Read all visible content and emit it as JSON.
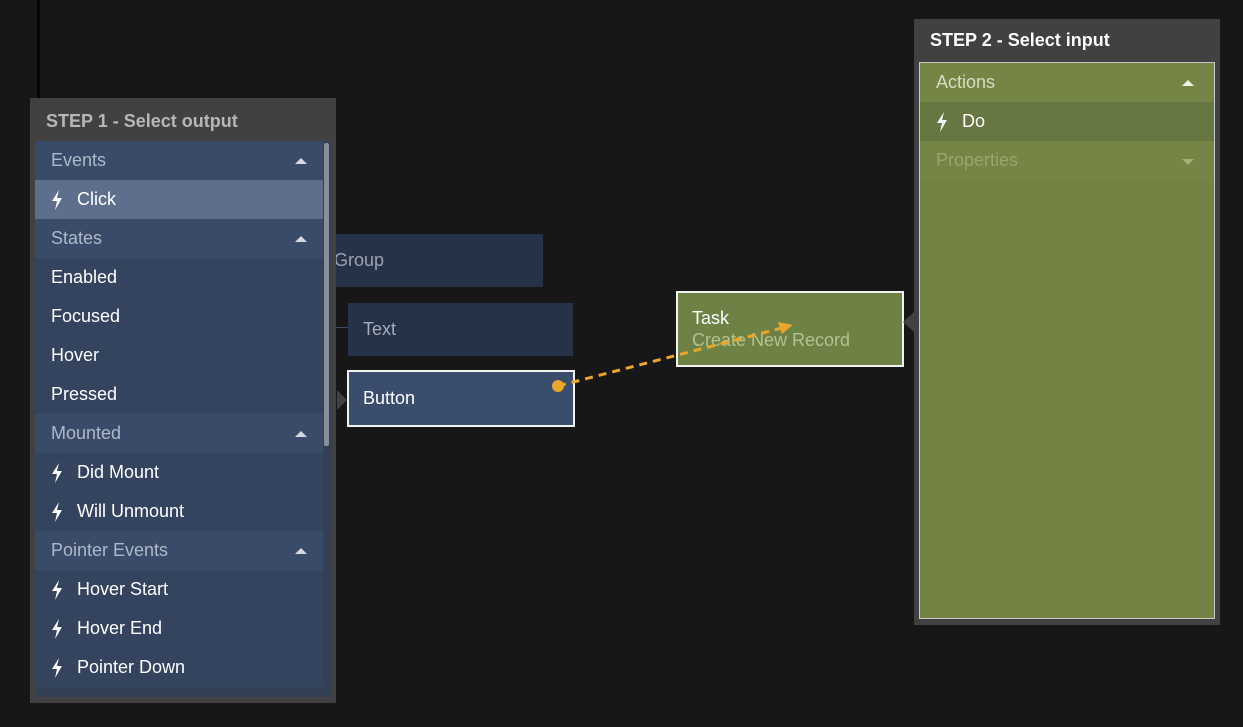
{
  "canvas": {
    "nodes": {
      "group": "Group",
      "text": "Text",
      "button": "Button",
      "task_title": "Task",
      "task_subtitle": "Create New Record"
    },
    "wire_color": "#e9a62a"
  },
  "step1": {
    "title": "STEP 1 - Select output",
    "sections": [
      {
        "label": "Events",
        "items": [
          "Click"
        ],
        "bolt": true
      },
      {
        "label": "States",
        "items": [
          "Enabled",
          "Focused",
          "Hover",
          "Pressed"
        ],
        "bolt": false
      },
      {
        "label": "Mounted",
        "items": [
          "Did Mount",
          "Will Unmount"
        ],
        "bolt": true
      },
      {
        "label": "Pointer Events",
        "items": [
          "Hover Start",
          "Hover End",
          "Pointer Down"
        ],
        "bolt": true
      }
    ],
    "selected": "Click"
  },
  "step2": {
    "title": "STEP 2 - Select input",
    "actions_label": "Actions",
    "actions_items": [
      "Do"
    ],
    "properties_label": "Properties"
  },
  "icons": {
    "bolt": "lightning-bolt-icon",
    "expanded": "caret-up-icon",
    "collapsed": "caret-down-icon"
  }
}
